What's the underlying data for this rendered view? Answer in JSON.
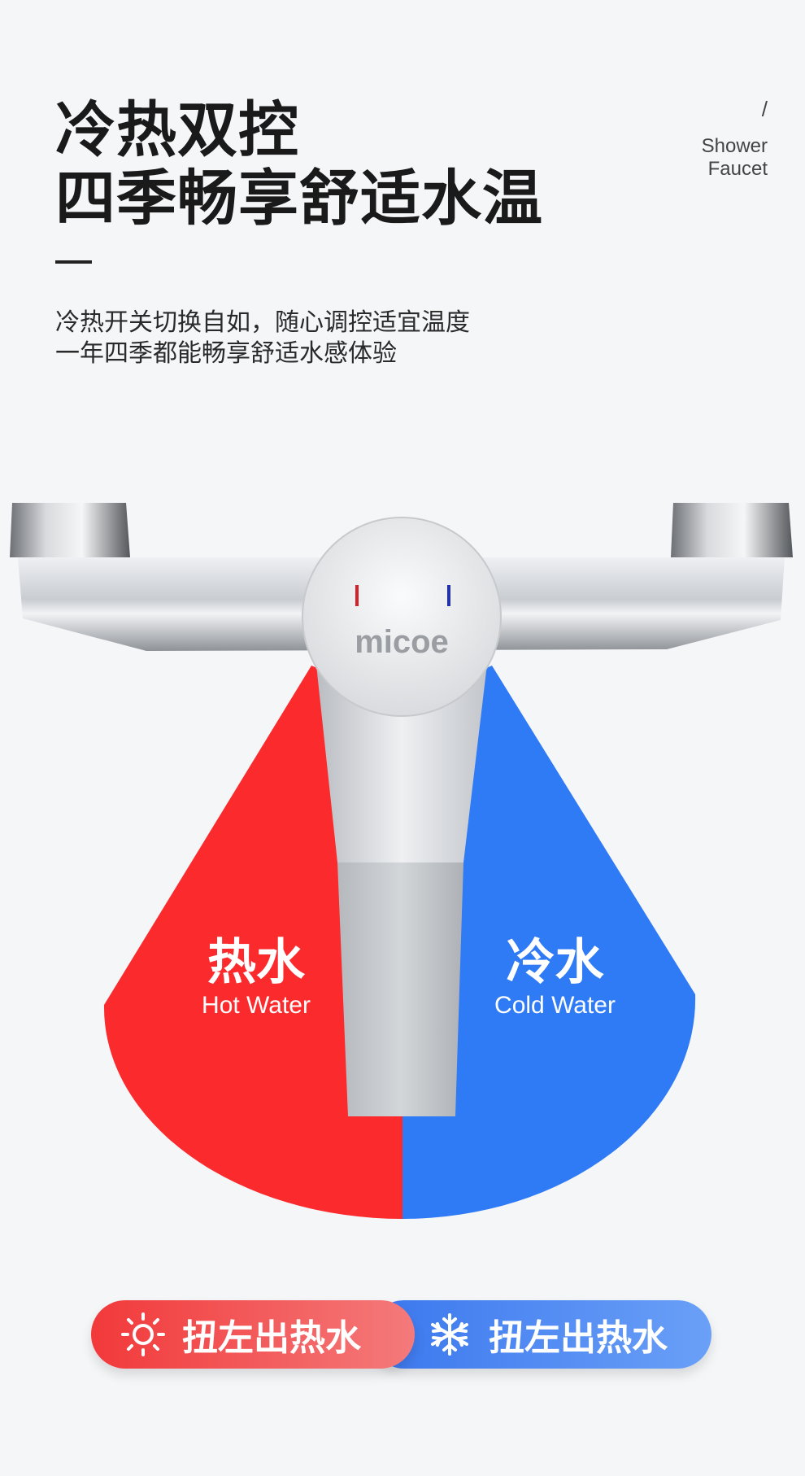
{
  "header": {
    "title_line1": "冷热双控",
    "title_line2": "四季畅享舒适水温",
    "subtitle_line1": "冷热开关切换自如，随心调控适宜温度",
    "subtitle_line2": "一年四季都能畅享舒适水感体验"
  },
  "corner": {
    "slash": "/",
    "line1": "Shower",
    "line2": "Faucet"
  },
  "product": {
    "brand": "micoe"
  },
  "fan": {
    "hot": {
      "zh": "热水",
      "en": "Hot Water",
      "color": "#fb2a2c"
    },
    "cold": {
      "zh": "冷水",
      "en": "Cold Water",
      "color": "#2f7af5"
    }
  },
  "pills": {
    "hot": {
      "label": "扭左出热水",
      "icon": "sun-icon"
    },
    "cold": {
      "label": "扭左出热水",
      "icon": "snowflake-icon"
    }
  }
}
